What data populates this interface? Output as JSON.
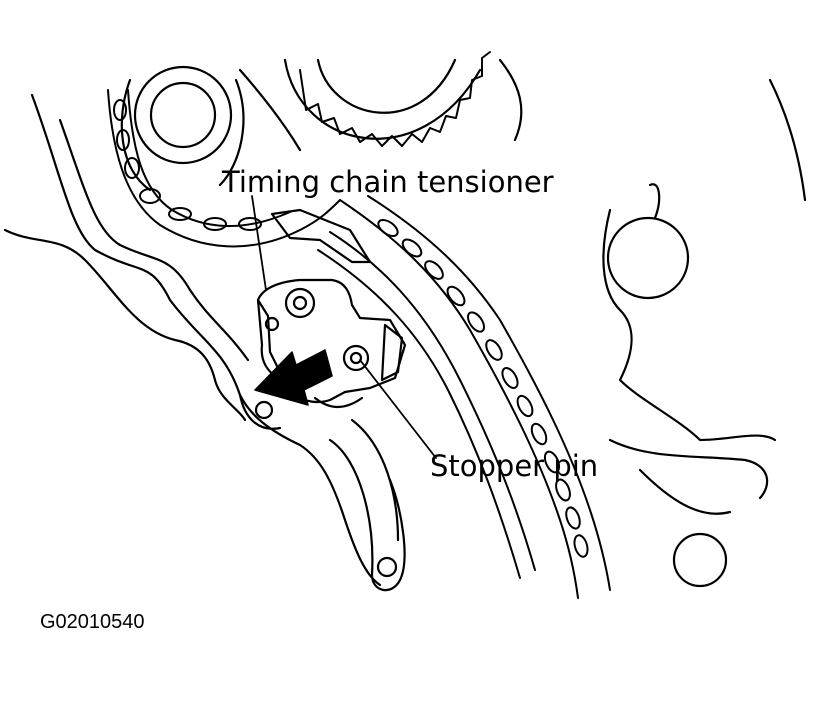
{
  "labels": {
    "tensioner": "Timing chain tensioner",
    "stopper_pin": "Stopper pin"
  },
  "figure_id": "G02010540",
  "colors": {
    "ink": "#000000",
    "paper": "#ffffff"
  }
}
